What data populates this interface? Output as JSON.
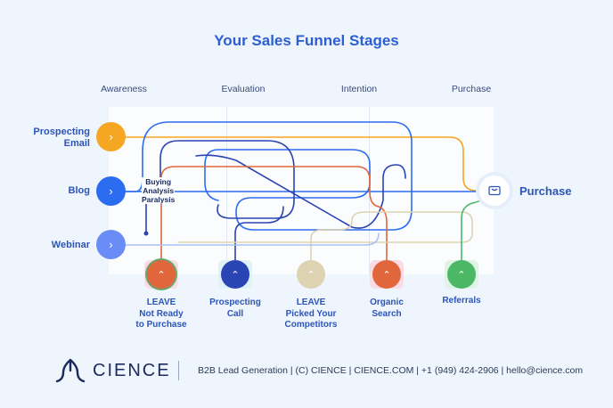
{
  "title": "Your Sales Funnel Stages",
  "stages": [
    "Awareness",
    "Evaluation",
    "Intention",
    "Purchase"
  ],
  "sources": [
    {
      "label": "Prospecting\nEmail",
      "color": "#f5a623",
      "icon": "chevron-right-icon"
    },
    {
      "label": "Blog",
      "color": "#2c6cf0",
      "icon": "chevron-right-icon"
    },
    {
      "label": "Webinar",
      "color": "#6a8cf6",
      "icon": "chevron-right-icon"
    }
  ],
  "annotation": "Buying\nAnalysis\nParalysis",
  "purchase": {
    "label": "Purchase",
    "icon": "cart-icon"
  },
  "outcomes": [
    {
      "label": "LEAVE\nNot Ready\nto Purchase",
      "color": "#e2663b",
      "icon": "chevron-up-icon"
    },
    {
      "label": "Prospecting\nCall",
      "color": "#2b44b3",
      "icon": "chevron-up-icon"
    },
    {
      "label": "LEAVE\nPicked Your\nCompetitors",
      "color": "#ddd3b2",
      "icon": "chevron-up-icon"
    },
    {
      "label": "Organic\nSearch",
      "color": "#e2663b",
      "icon": "chevron-up-icon"
    },
    {
      "label": "Referrals",
      "color": "#4cb865",
      "icon": "chevron-up-icon"
    }
  ],
  "footer": {
    "brand": "CIENCE",
    "text": "B2B Lead Generation | (C) CIENCE | CIENCE.COM | +1 (949) 424-2906 | hello@cience.com"
  }
}
